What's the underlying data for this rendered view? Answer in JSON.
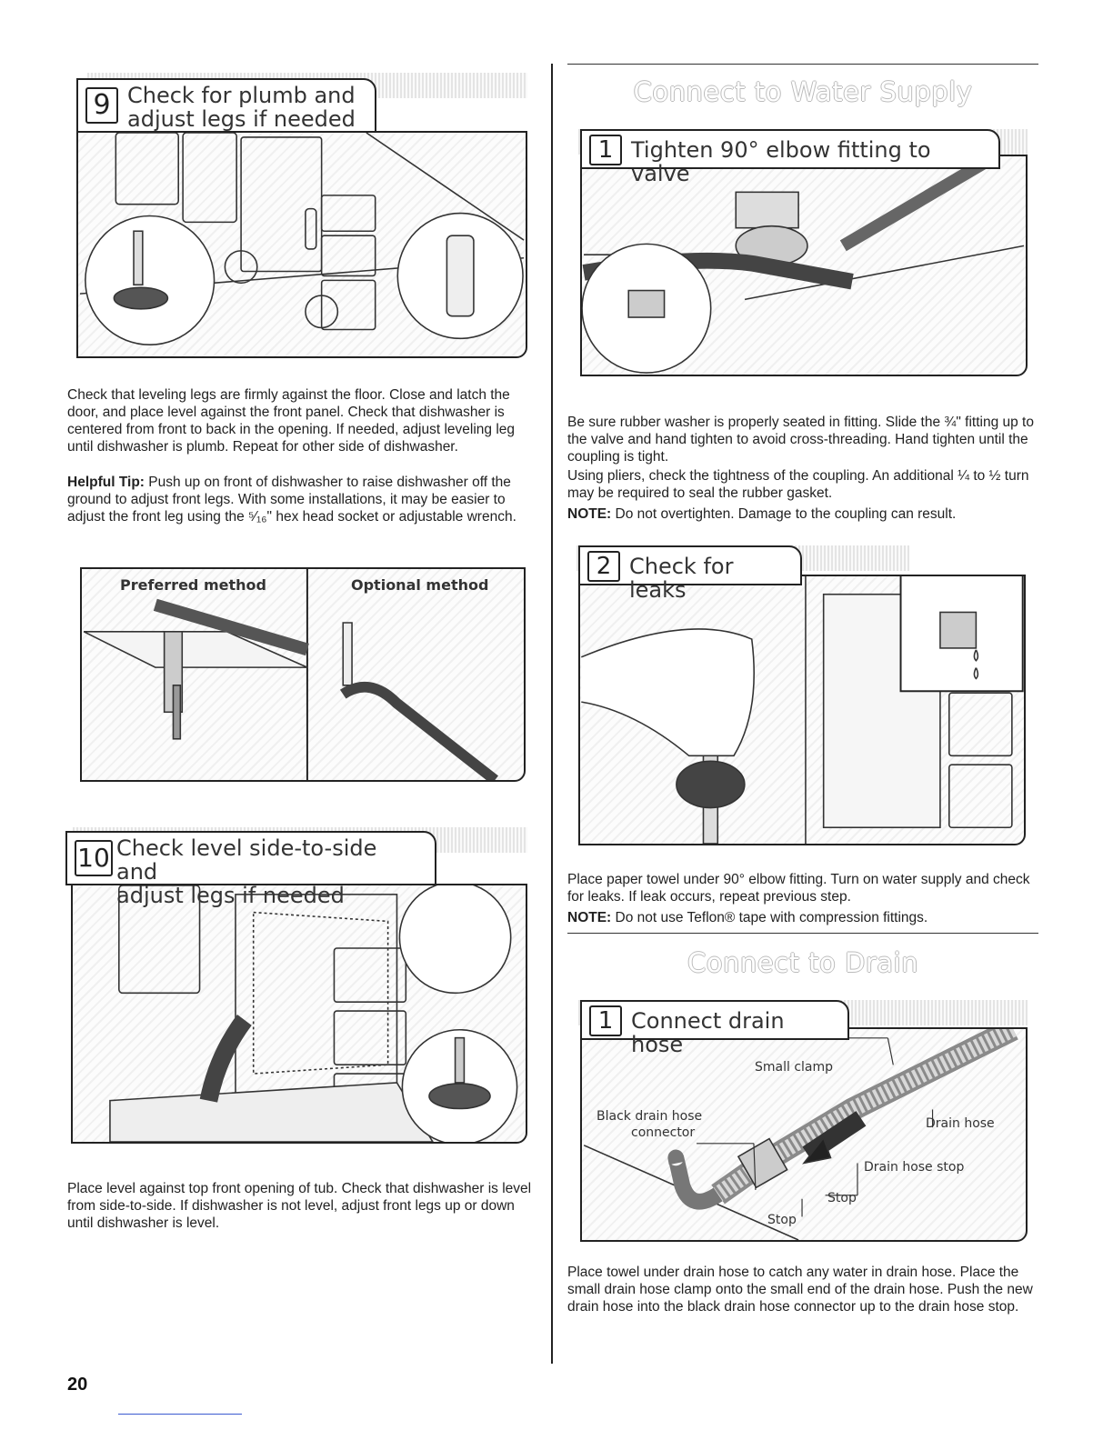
{
  "page_number": "20",
  "left": {
    "step9": {
      "number": "9",
      "title_line1": "Check for plumb and",
      "title_line2": "adjust legs if needed",
      "body": "Check that leveling legs are firmly against the floor. Close and latch the door, and place level against the front panel. Check that dishwasher is centered from front to back in the opening. If needed, adjust leveling leg until dishwasher is plumb. Repeat for other side of dishwasher.",
      "tip_label": "Helpful Tip:",
      "tip_body": " Push up on front of dishwasher to raise dishwasher off the ground to adjust front legs. With some installations, it may be easier to adjust the front leg using the ⁵⁄₁₆\" hex head socket or adjustable wrench."
    },
    "methods": {
      "preferred": "Preferred method",
      "optional": "Optional method"
    },
    "step10": {
      "number": "10",
      "title_line1": "Check level side-to-side and",
      "title_line2": "adjust legs if needed",
      "body": "Place level against top front opening of tub. Check that dishwasher is level from side-to-side. If dishwasher is not level, adjust front legs up or down until dishwasher is level."
    }
  },
  "right": {
    "water_supply": {
      "section_title": "Connect to Water Supply",
      "step1": {
        "number": "1",
        "title": "Tighten 90° elbow fitting to valve",
        "body1": "Be sure rubber washer is properly seated in fitting. Slide the ¾\" fitting up to the valve and hand tighten to avoid cross-threading. Hand tighten until the coupling is tight.",
        "body2": "Using pliers, check the tightness of the coupling. An additional ¼ to ½ turn may be required to seal the rubber gasket.",
        "note_label": "NOTE:",
        "note_body": " Do not overtighten. Damage to the coupling can result."
      },
      "step2": {
        "number": "2",
        "title": "Check for leaks",
        "body": "Place paper towel under 90° elbow fitting. Turn on water supply and check for leaks. If leak occurs, repeat previous step.",
        "note_label": "NOTE:",
        "note_body": " Do not use Teflon® tape with compression fittings."
      }
    },
    "drain": {
      "section_title": "Connect to Drain",
      "step1": {
        "number": "1",
        "title": "Connect drain hose",
        "labels": {
          "small_clamp": "Small clamp",
          "black_connector_line1": "Black drain hose",
          "black_connector_line2": "connector",
          "drain_hose": "Drain hose",
          "drain_hose_stop": "Drain hose stop",
          "stop_right": "Stop",
          "stop_bottom": "Stop"
        },
        "body": "Place towel under drain hose to catch any water in drain hose. Place the small drain hose clamp onto the small end of the drain hose. Push the new drain hose into the black drain hose connector up to the drain hose stop."
      }
    }
  }
}
